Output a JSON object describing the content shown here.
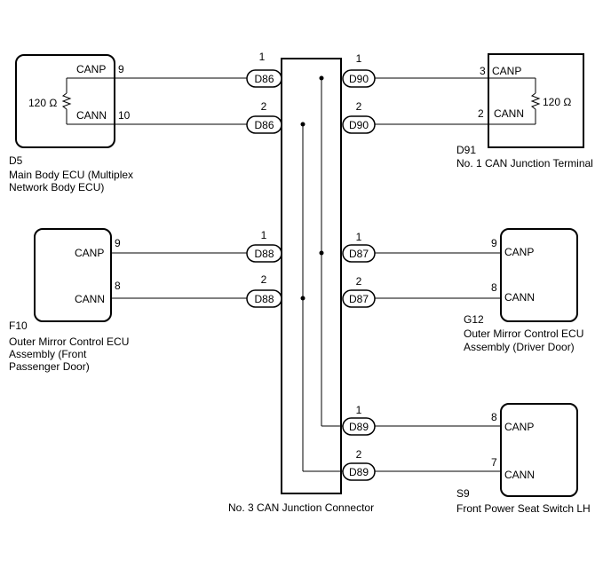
{
  "components": {
    "d5": {
      "code": "D5",
      "name_line1": "Main Body ECU (Multiplex",
      "name_line2": "Network Body ECU)",
      "canp": "CANP",
      "cann": "CANN",
      "canp_pin": "9",
      "cann_pin": "10",
      "resistor": "120 Ω"
    },
    "d91": {
      "code": "D91",
      "name_line1": "No. 1 CAN Junction Terminal",
      "canp": "CANP",
      "cann": "CANN",
      "canp_pin": "3",
      "cann_pin": "2",
      "resistor": "120 Ω"
    },
    "f10": {
      "code": "F10",
      "name_line1": "Outer Mirror Control ECU",
      "name_line2": "Assembly (Front",
      "name_line3": "Passenger Door)",
      "canp": "CANP",
      "cann": "CANN",
      "canp_pin": "9",
      "cann_pin": "8"
    },
    "g12": {
      "code": "G12",
      "name_line1": "Outer Mirror Control ECU",
      "name_line2": "Assembly (Driver Door)",
      "canp": "CANP",
      "cann": "CANN",
      "canp_pin": "9",
      "cann_pin": "8"
    },
    "s9": {
      "code": "S9",
      "name_line1": "Front Power Seat Switch LH",
      "canp": "CANP",
      "cann": "CANN",
      "canp_pin": "8",
      "cann_pin": "7"
    },
    "junction": {
      "name": "No. 3 CAN Junction Connector"
    }
  },
  "connectors": {
    "d86_1": {
      "label": "D86",
      "pin": "1"
    },
    "d86_2": {
      "label": "D86",
      "pin": "2"
    },
    "d90_1": {
      "label": "D90",
      "pin": "1"
    },
    "d90_2": {
      "label": "D90",
      "pin": "2"
    },
    "d88_1": {
      "label": "D88",
      "pin": "1"
    },
    "d88_2": {
      "label": "D88",
      "pin": "2"
    },
    "d87_1": {
      "label": "D87",
      "pin": "1"
    },
    "d87_2": {
      "label": "D87",
      "pin": "2"
    },
    "d89_1": {
      "label": "D89",
      "pin": "1"
    },
    "d89_2": {
      "label": "D89",
      "pin": "2"
    }
  }
}
